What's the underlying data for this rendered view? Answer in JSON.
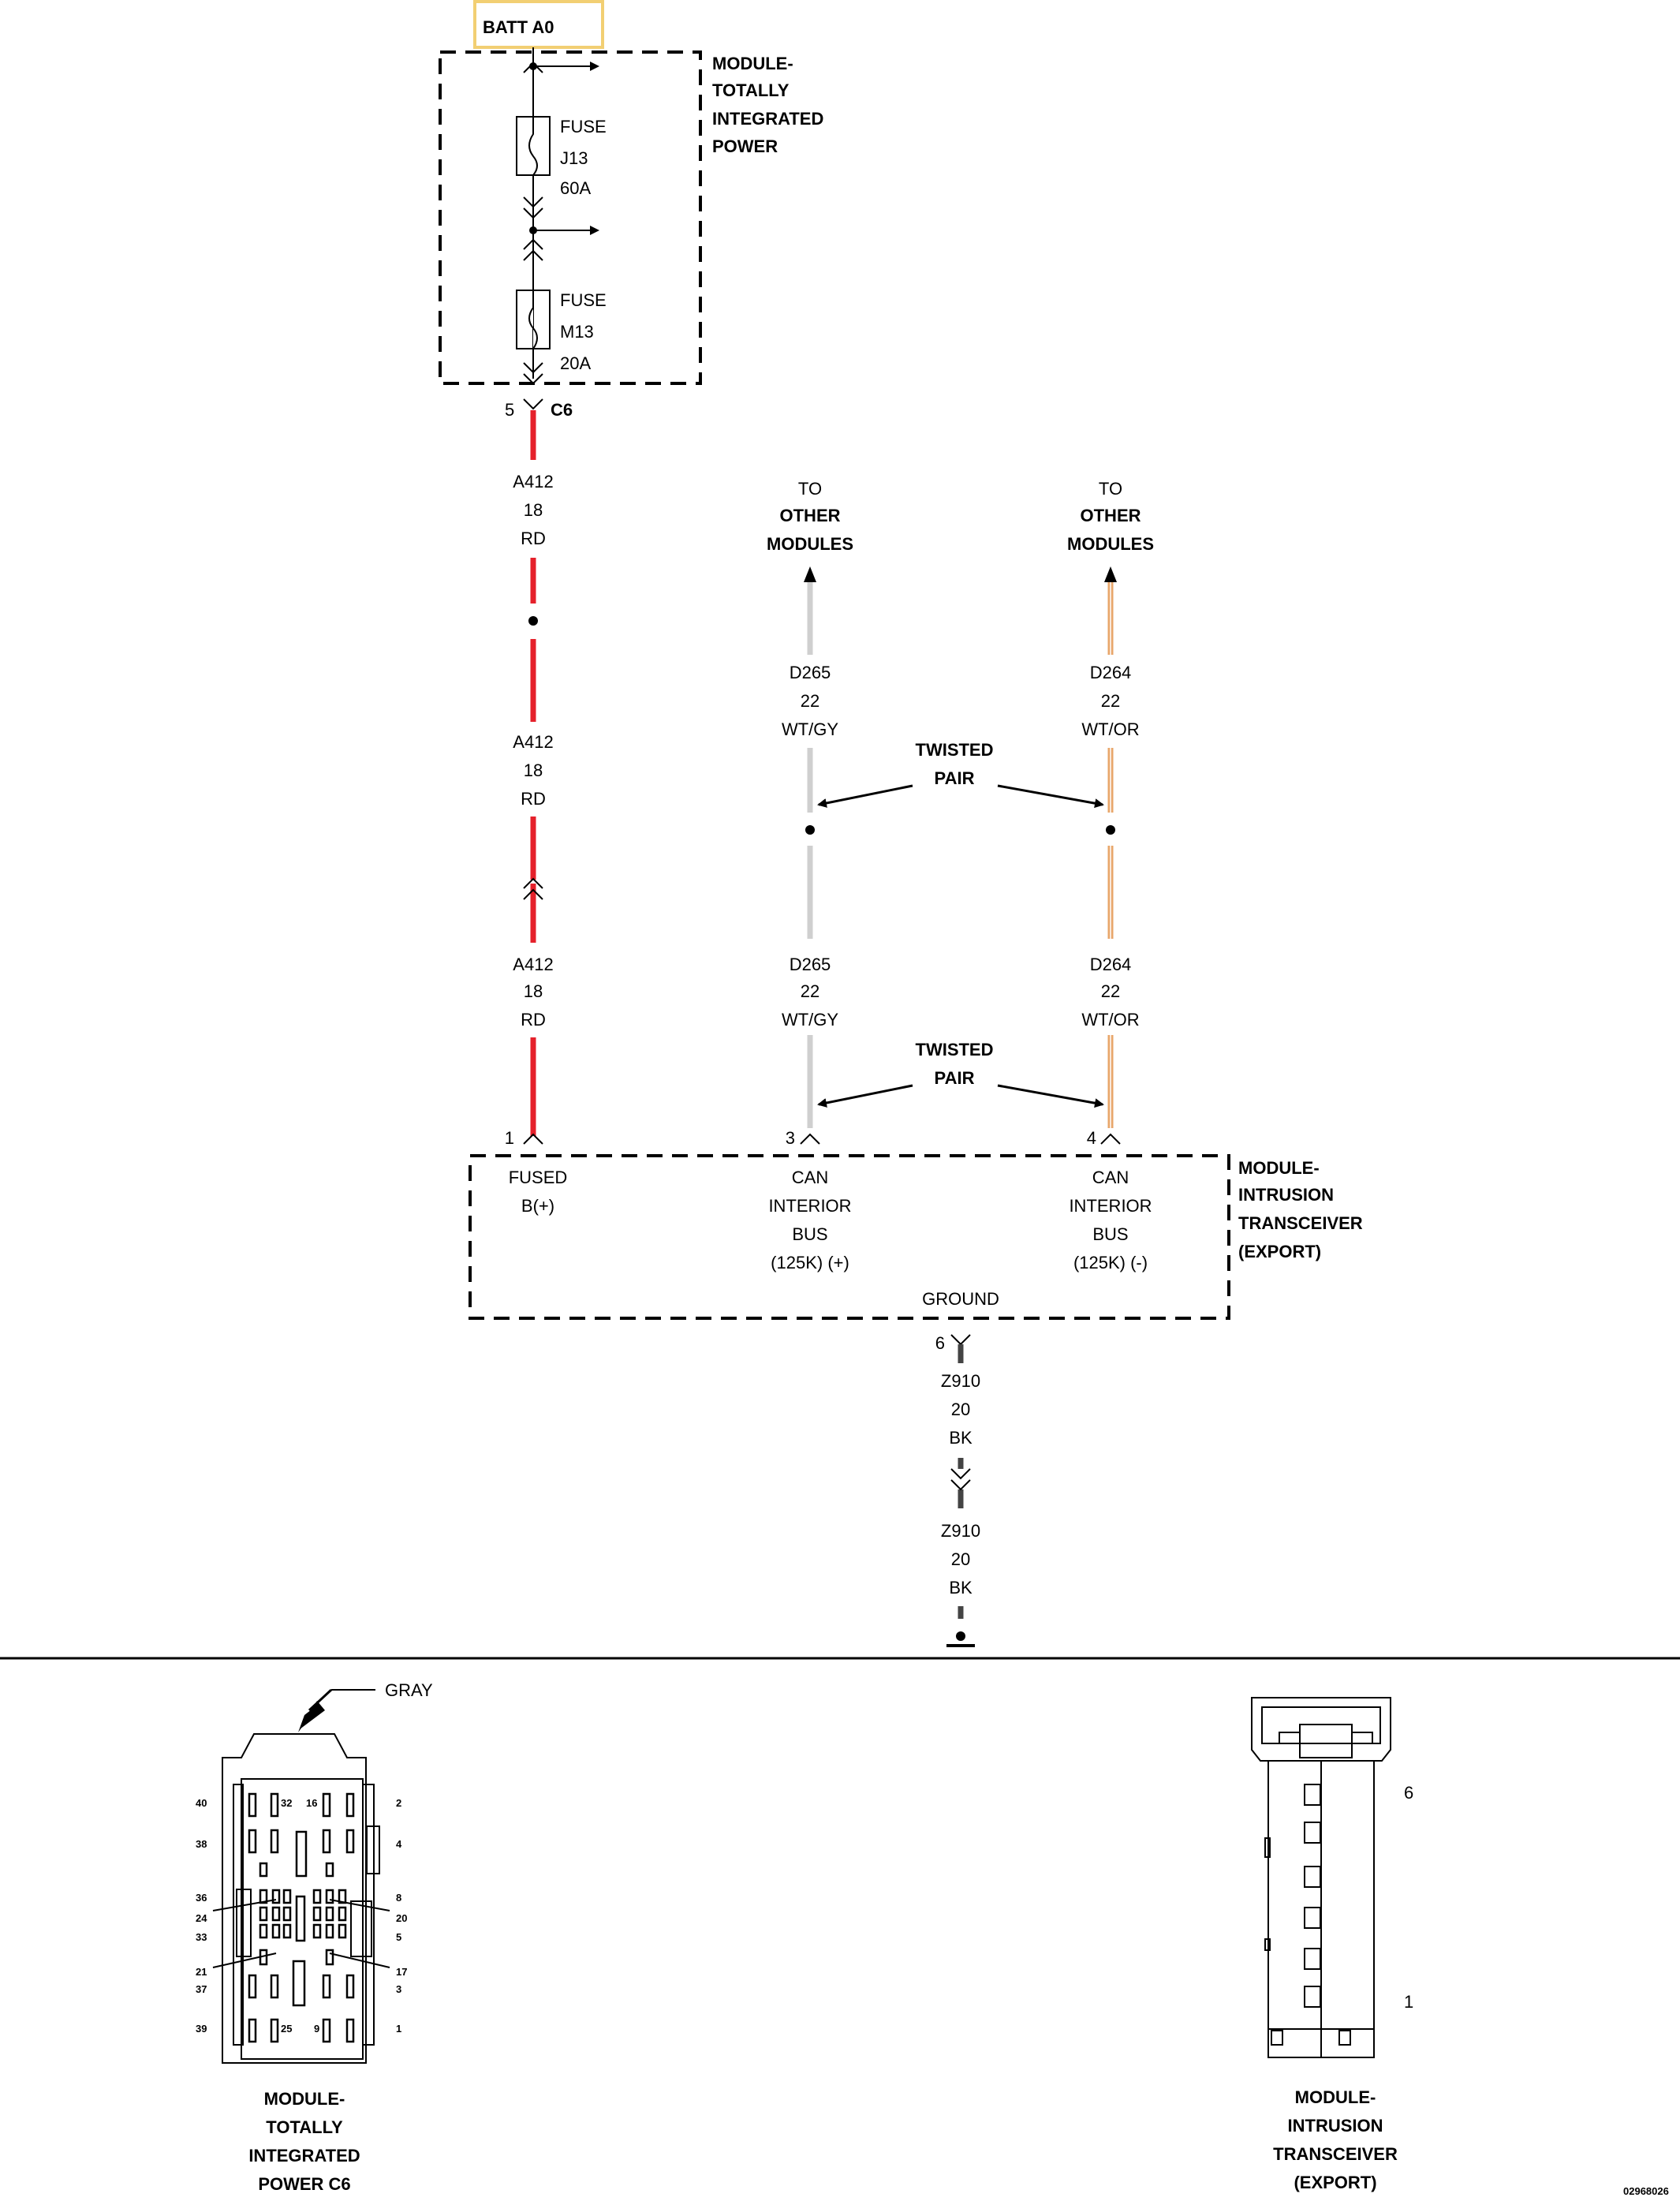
{
  "battery_label": "BATT A0",
  "tipm_module": {
    "line1": "MODULE-",
    "line2": "TOTALLY",
    "line3": "INTEGRATED",
    "line4": "POWER"
  },
  "fuse_j13": {
    "label": "FUSE",
    "id": "J13",
    "rating": "60A"
  },
  "fuse_m13": {
    "label": "FUSE",
    "id": "M13",
    "rating": "20A"
  },
  "c6_connector": {
    "pin": "5",
    "name": "C6"
  },
  "wire_a412": {
    "circuit": "A412",
    "gauge": "18",
    "color": "RD",
    "hex": "#e5212b"
  },
  "wire_d265": {
    "circuit": "D265",
    "gauge": "22",
    "color": "WT/GY",
    "hex": "#cfcfcf"
  },
  "wire_d264": {
    "circuit": "D264",
    "gauge": "22",
    "color": "WT/OR",
    "hex": "#e8a66a"
  },
  "wire_z910": {
    "circuit": "Z910",
    "gauge": "20",
    "color": "BK",
    "hex": "#444444"
  },
  "to_other_modules": {
    "line1": "TO",
    "line2": "OTHER",
    "line3": "MODULES"
  },
  "twisted_pair": {
    "line1": "TWISTED",
    "line2": "PAIR"
  },
  "itm_pins": [
    {
      "pin": "1",
      "line1": "FUSED",
      "line2": "B(+)",
      "line3": "",
      "line4": ""
    },
    {
      "pin": "3",
      "line1": "CAN",
      "line2": "INTERIOR",
      "line3": "BUS",
      "line4": "(125K) (+)"
    },
    {
      "pin": "4",
      "line1": "CAN",
      "line2": "INTERIOR",
      "line3": "BUS",
      "line4": "(125K) (-)"
    }
  ],
  "ground_label": "GROUND",
  "ground_pin": "6",
  "itm_module": {
    "line1": "MODULE-",
    "line2": "INTRUSION",
    "line3": "TRANSCEIVER",
    "line4": "(EXPORT)"
  },
  "c6_view": {
    "color_label": "GRAY",
    "caption1": "MODULE-",
    "caption2": "TOTALLY",
    "caption3": "INTEGRATED",
    "caption4": "POWER C6",
    "pin_labels": [
      "40",
      "32",
      "16",
      "2",
      "38",
      "4",
      "36",
      "8",
      "24",
      "20",
      "33",
      "5",
      "21",
      "17",
      "37",
      "3",
      "39",
      "25",
      "9",
      "1"
    ]
  },
  "itm_view": {
    "pin_top": "6",
    "pin_bottom": "1",
    "caption1": "MODULE-",
    "caption2": "INTRUSION",
    "caption3": "TRANSCEIVER",
    "caption4": "(EXPORT)"
  },
  "figure_number": "02968026"
}
